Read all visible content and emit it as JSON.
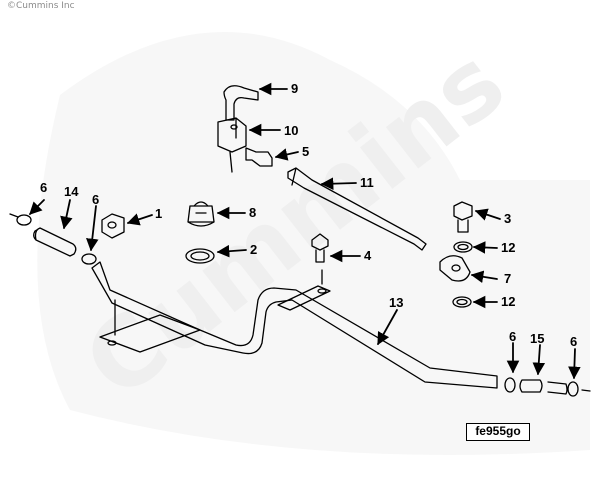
{
  "copyright": "©Cummins Inc",
  "watermark": "Cummins",
  "figure_code": "fe955go",
  "callouts": {
    "c1": "1",
    "c2": "2",
    "c3": "3",
    "c4": "4",
    "c5": "5",
    "c6a": "6",
    "c6b": "6",
    "c6c": "6",
    "c6d": "6",
    "c7": "7",
    "c8": "8",
    "c9": "9",
    "c10": "10",
    "c11": "11",
    "c12a": "12",
    "c12b": "12",
    "c13": "13",
    "c14": "14",
    "c15": "15"
  },
  "colors": {
    "line": "#000000",
    "watermark": "#efefef",
    "background": "#ffffff"
  }
}
